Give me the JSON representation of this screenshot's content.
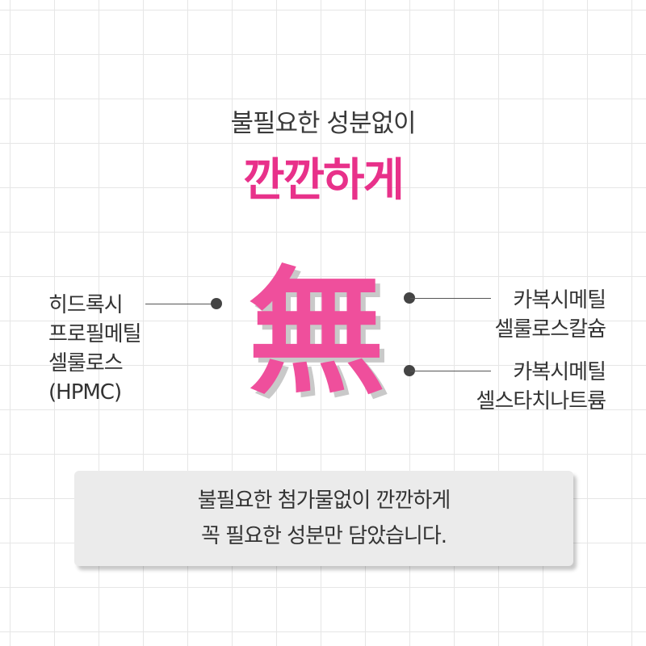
{
  "header": {
    "subtitle": "불필요한 성분없이",
    "headline": "깐깐하게"
  },
  "center_character": "無",
  "ingredients_left": {
    "lines": [
      "히드록시",
      "프로필메틸",
      "셀룰로스",
      "(HPMC)"
    ]
  },
  "ingredients_right": [
    {
      "lines": [
        "카복시메틸",
        "셀룰로스칼슘"
      ]
    },
    {
      "lines": [
        "카복시메틸",
        "셀스타치나트륨"
      ]
    }
  ],
  "footer_box": {
    "line1": "불필요한 첨가물없이 깐깐하게",
    "line2": "꼭 필요한 성분만 담았습니다."
  },
  "colors": {
    "accent": "#e8318a",
    "center_char": "#ef4f9c",
    "shadow": "#c9c9c9",
    "text": "#333333",
    "box_bg": "#ebebeb"
  }
}
